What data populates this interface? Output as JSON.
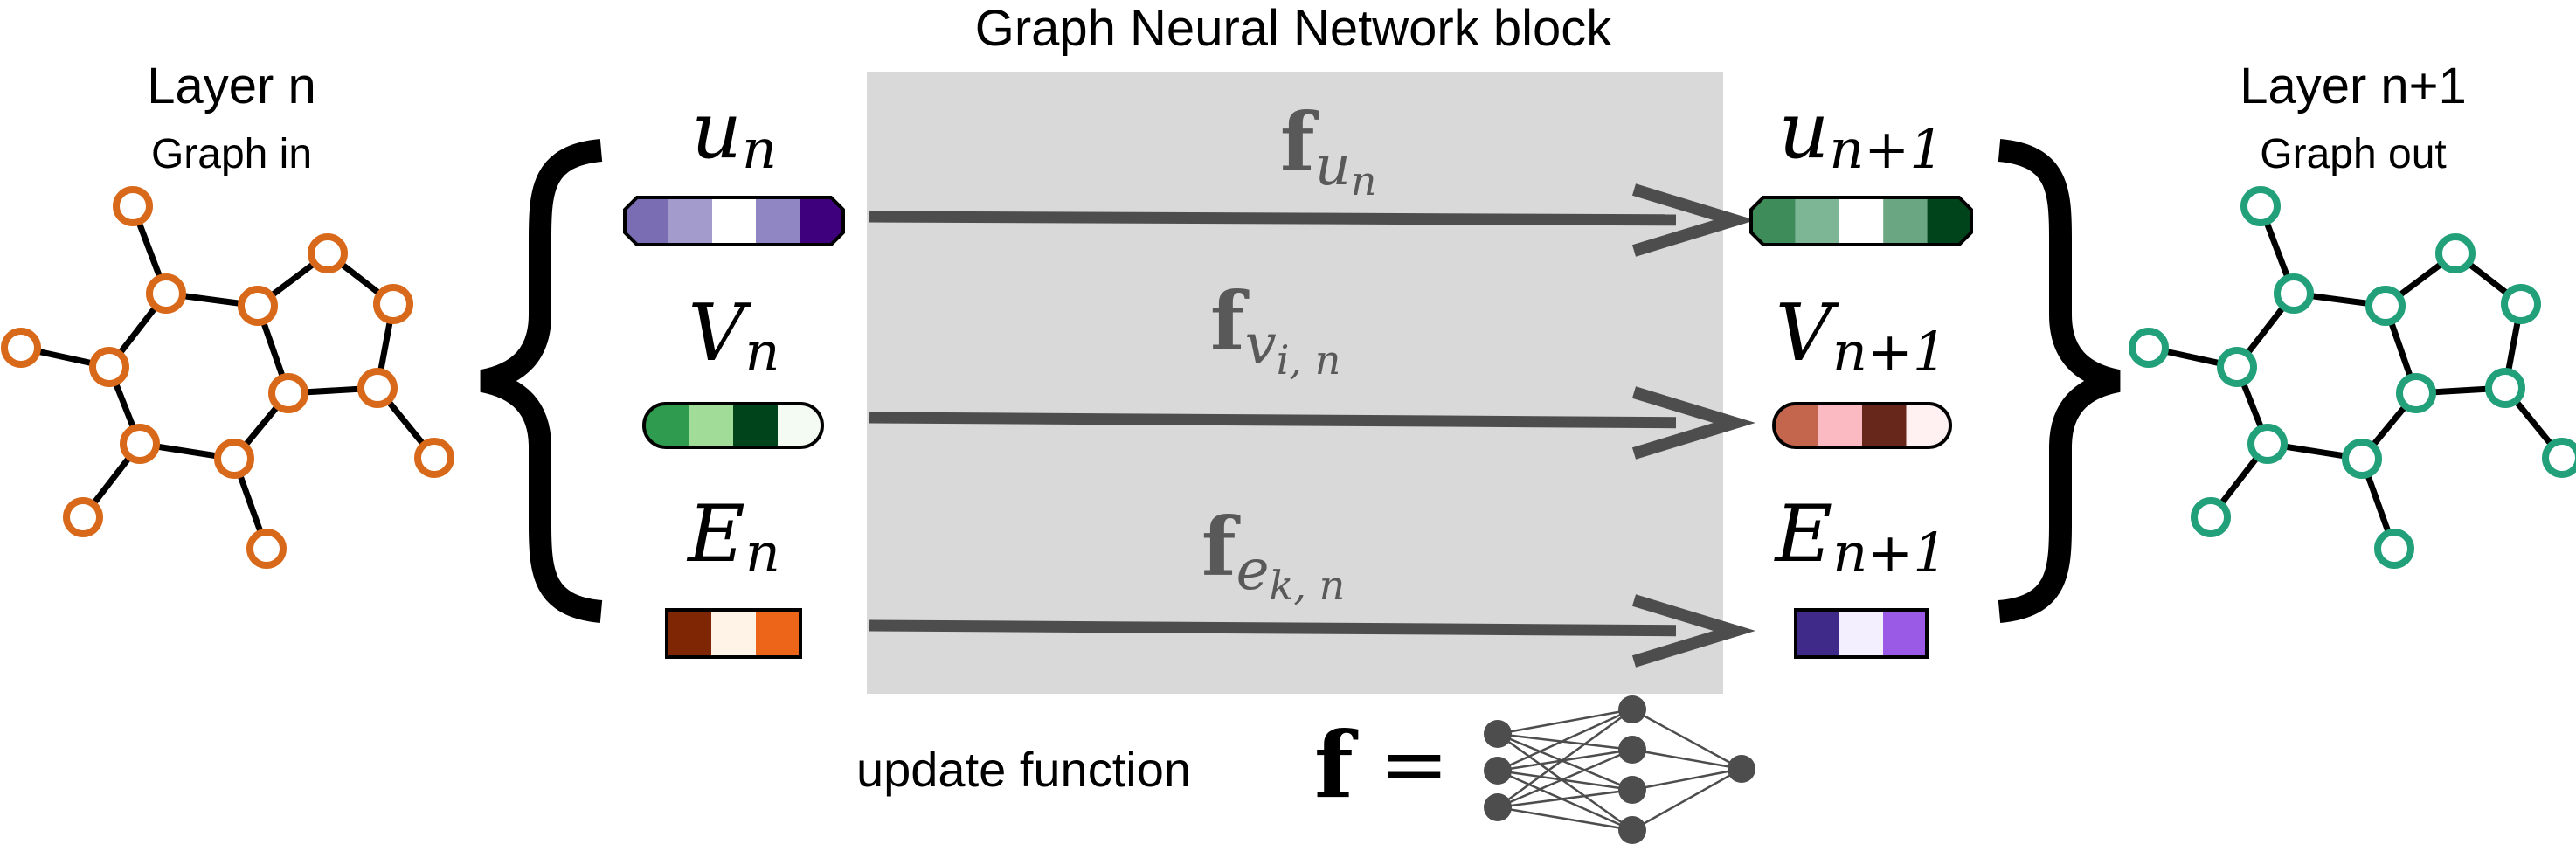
{
  "title": "Graph Neural Network block",
  "left_graph": {
    "heading": "Layer n",
    "subheading": "Graph in",
    "node_color": "#d9691a"
  },
  "right_graph": {
    "heading": "Layer n+1",
    "subheading": "Graph out",
    "node_color": "#22a079"
  },
  "inputs": [
    {
      "symbol": "u",
      "subscript": "n",
      "colors": [
        "#7b6db3",
        "#a49bcd",
        "#ffffff",
        "#8f86c3",
        "#3f007d"
      ]
    },
    {
      "symbol": "V",
      "subscript": "n",
      "colors": [
        "#2e9b4e",
        "#a1dc99",
        "#00441b",
        "#f4fbf2"
      ]
    },
    {
      "symbol": "E",
      "subscript": "n",
      "colors": [
        "#7f2704",
        "#fff3e8",
        "#ec6519"
      ]
    }
  ],
  "outputs": [
    {
      "symbol": "u",
      "subscript": "n+1",
      "colors": [
        "#3d8c5a",
        "#7db695",
        "#ffffff",
        "#6aa682",
        "#00441b"
      ]
    },
    {
      "symbol": "V",
      "subscript": "n+1",
      "colors": [
        "#c4664e",
        "#fbb9c2",
        "#67271b",
        "#fff1f1"
      ]
    },
    {
      "symbol": "E",
      "subscript": "n+1",
      "colors": [
        "#3f2a8a",
        "#f4efff",
        "#9a5ae6"
      ]
    }
  ],
  "functions": [
    {
      "symbol": "f",
      "subscript": "u",
      "subsubscript": "n"
    },
    {
      "symbol": "f",
      "subscript": "v",
      "subsubscript": "i, n"
    },
    {
      "symbol": "f",
      "subscript": "e",
      "subsubscript": "k, n"
    }
  ],
  "update": {
    "label": "update function",
    "symbol": "f",
    "equals": "="
  },
  "colors": {
    "block_background": "#d9d9d9",
    "arrow": "#4d4d4d",
    "function_text": "#595959",
    "network": "#4d4d4d"
  }
}
